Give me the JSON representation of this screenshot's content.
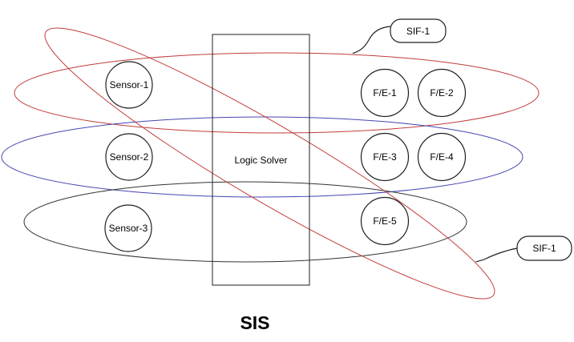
{
  "colors": {
    "red": "#c23b3b",
    "blue": "#4545b2",
    "black_group": "#333333",
    "shape": "#1f1f1f",
    "text": "#000000",
    "background": "#ffffff"
  },
  "diagram": {
    "title": "SIS",
    "logic_solver_label": "Logic Solver",
    "sensors": [
      {
        "label": "Sensor-1"
      },
      {
        "label": "Sensor-2"
      },
      {
        "label": "Sensor-3"
      }
    ],
    "final_elements": [
      {
        "label": "F/E-1"
      },
      {
        "label": "F/E-2"
      },
      {
        "label": "F/E-3"
      },
      {
        "label": "F/E-4"
      },
      {
        "label": "F/E-5"
      }
    ],
    "callouts": [
      {
        "label": "SIF-1"
      },
      {
        "label": "SIF-1"
      }
    ]
  }
}
